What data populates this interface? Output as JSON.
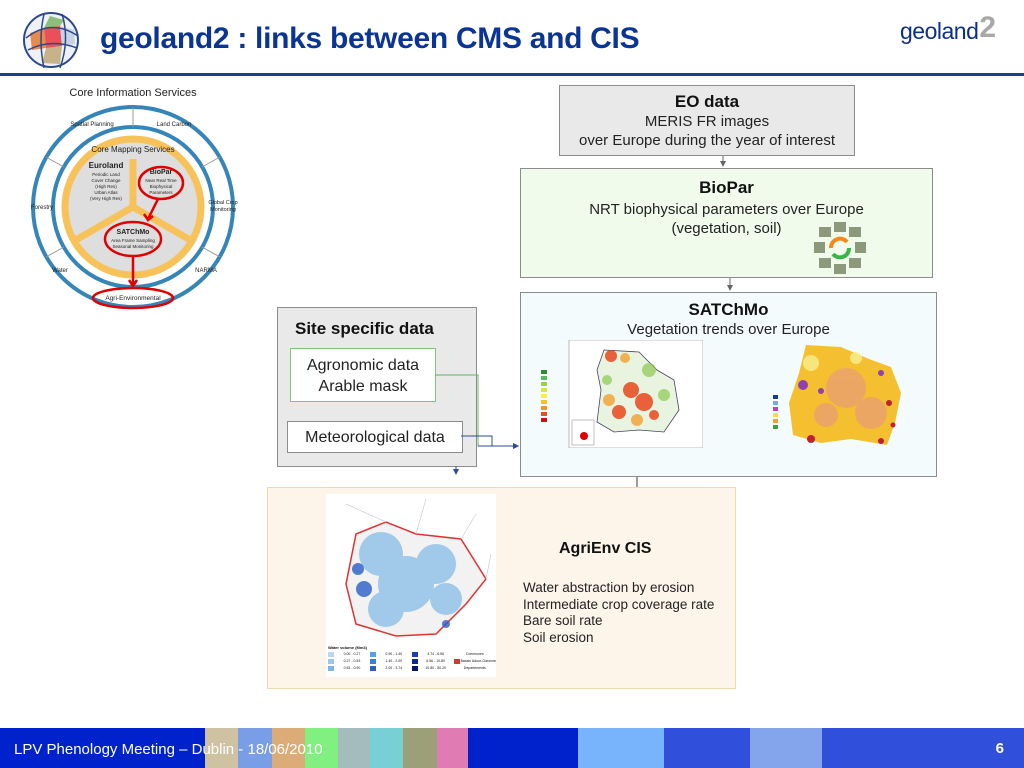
{
  "header": {
    "title": "geoland2 : links between CMS and CIS",
    "logo_text": "geoland",
    "logo_number": "2"
  },
  "wheel": {
    "outer_title": "Core Information Services",
    "inner_title": "Core Mapping Services",
    "cis_segments": [
      "Spatial Planning",
      "Land Carbon",
      "Global Crop Monitoring",
      "NARMA",
      "Agri-Environmental",
      "Water",
      "Forestry"
    ],
    "euroland": {
      "title": "Euroland",
      "lines": [
        "Periodic Land",
        "Cover Change",
        "(High Res)",
        "Urban Atlas",
        "(Very High Res)"
      ]
    },
    "biopar": {
      "title": "BioPar",
      "lines": [
        "Near Real Time",
        "Biophysical",
        "Parameters"
      ]
    },
    "satchmo": {
      "title": "SATChMo",
      "lines": [
        "Area Frame Sampling",
        "Seasonal Monitoring"
      ]
    }
  },
  "eo": {
    "title": "EO data",
    "lines": [
      "MERIS FR images",
      "over Europe during the year of interest"
    ]
  },
  "biopar": {
    "title": "BioPar",
    "lines": [
      "NRT biophysical parameters over Europe",
      "(vegetation, soil)"
    ]
  },
  "satchmo": {
    "title": "SATChMo",
    "subtitle": "Vegetation trends over Europe"
  },
  "site": {
    "title": "Site specific data",
    "agro": [
      "Agronomic data",
      "Arable mask"
    ],
    "meteo": "Meteorological data"
  },
  "agrienv": {
    "title": "AgriEnv CIS",
    "items": [
      "Water abstraction by erosion",
      "Intermediate crop coverage rate",
      "Bare soil rate",
      "Soil erosion"
    ],
    "map_legend": {
      "title": "Water volume (Mm3)",
      "classes": [
        "0.00 - 0.27",
        "0.27 - 0.53",
        "0.53 - 0.90",
        "0.90 - 1.40",
        "1.40 - 2.00",
        "2.00 - 3.74",
        "3.74 - 6.56",
        "6.56 - 10.80",
        "10.80 - 50.20"
      ],
      "other": [
        "Communes",
        "Bassin Adour-Garonne",
        "Départements"
      ]
    }
  },
  "footer": {
    "text": "LPV Phenology Meeting – Dublin - 18/06/2010",
    "page": "6"
  },
  "colors": {
    "title": "#0a3594",
    "footer_blue": "#0022cc",
    "highlight": "#e00000",
    "ring": "#2f7fb5",
    "core": "#f8c25a"
  }
}
